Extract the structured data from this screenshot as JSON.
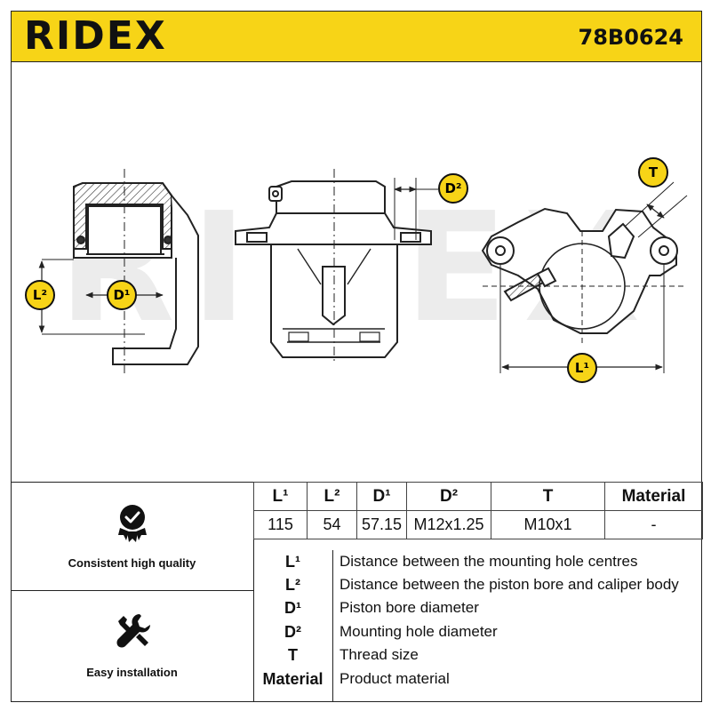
{
  "header": {
    "brand": "RIDEX",
    "part_number": "78B0624",
    "background_color": "#f7d417"
  },
  "diagram": {
    "watermark": "RIDEX",
    "labels": {
      "l2": "L²",
      "d1": "D¹",
      "d2": "D²",
      "t": "T",
      "l1": "L¹"
    }
  },
  "spec_table": {
    "headers": [
      "L¹",
      "L²",
      "D¹",
      "D²",
      "T",
      "Material"
    ],
    "values": [
      "115",
      "54",
      "57.15",
      "M12x1.25",
      "M10x1",
      "-"
    ]
  },
  "features": [
    {
      "icon": "quality-badge-icon",
      "label": "Consistent high quality"
    },
    {
      "icon": "wrench-icon",
      "label": "Easy installation"
    }
  ],
  "legend": [
    {
      "abbr": "L¹",
      "description": "Distance between the mounting hole centres"
    },
    {
      "abbr": "L²",
      "description": "Distance between the piston bore and caliper body"
    },
    {
      "abbr": "D¹",
      "description": "Piston bore diameter"
    },
    {
      "abbr": "D²",
      "description": "Mounting hole diameter"
    },
    {
      "abbr": "T",
      "description": "Thread size"
    },
    {
      "abbr": "Material",
      "description": "Product material"
    }
  ]
}
